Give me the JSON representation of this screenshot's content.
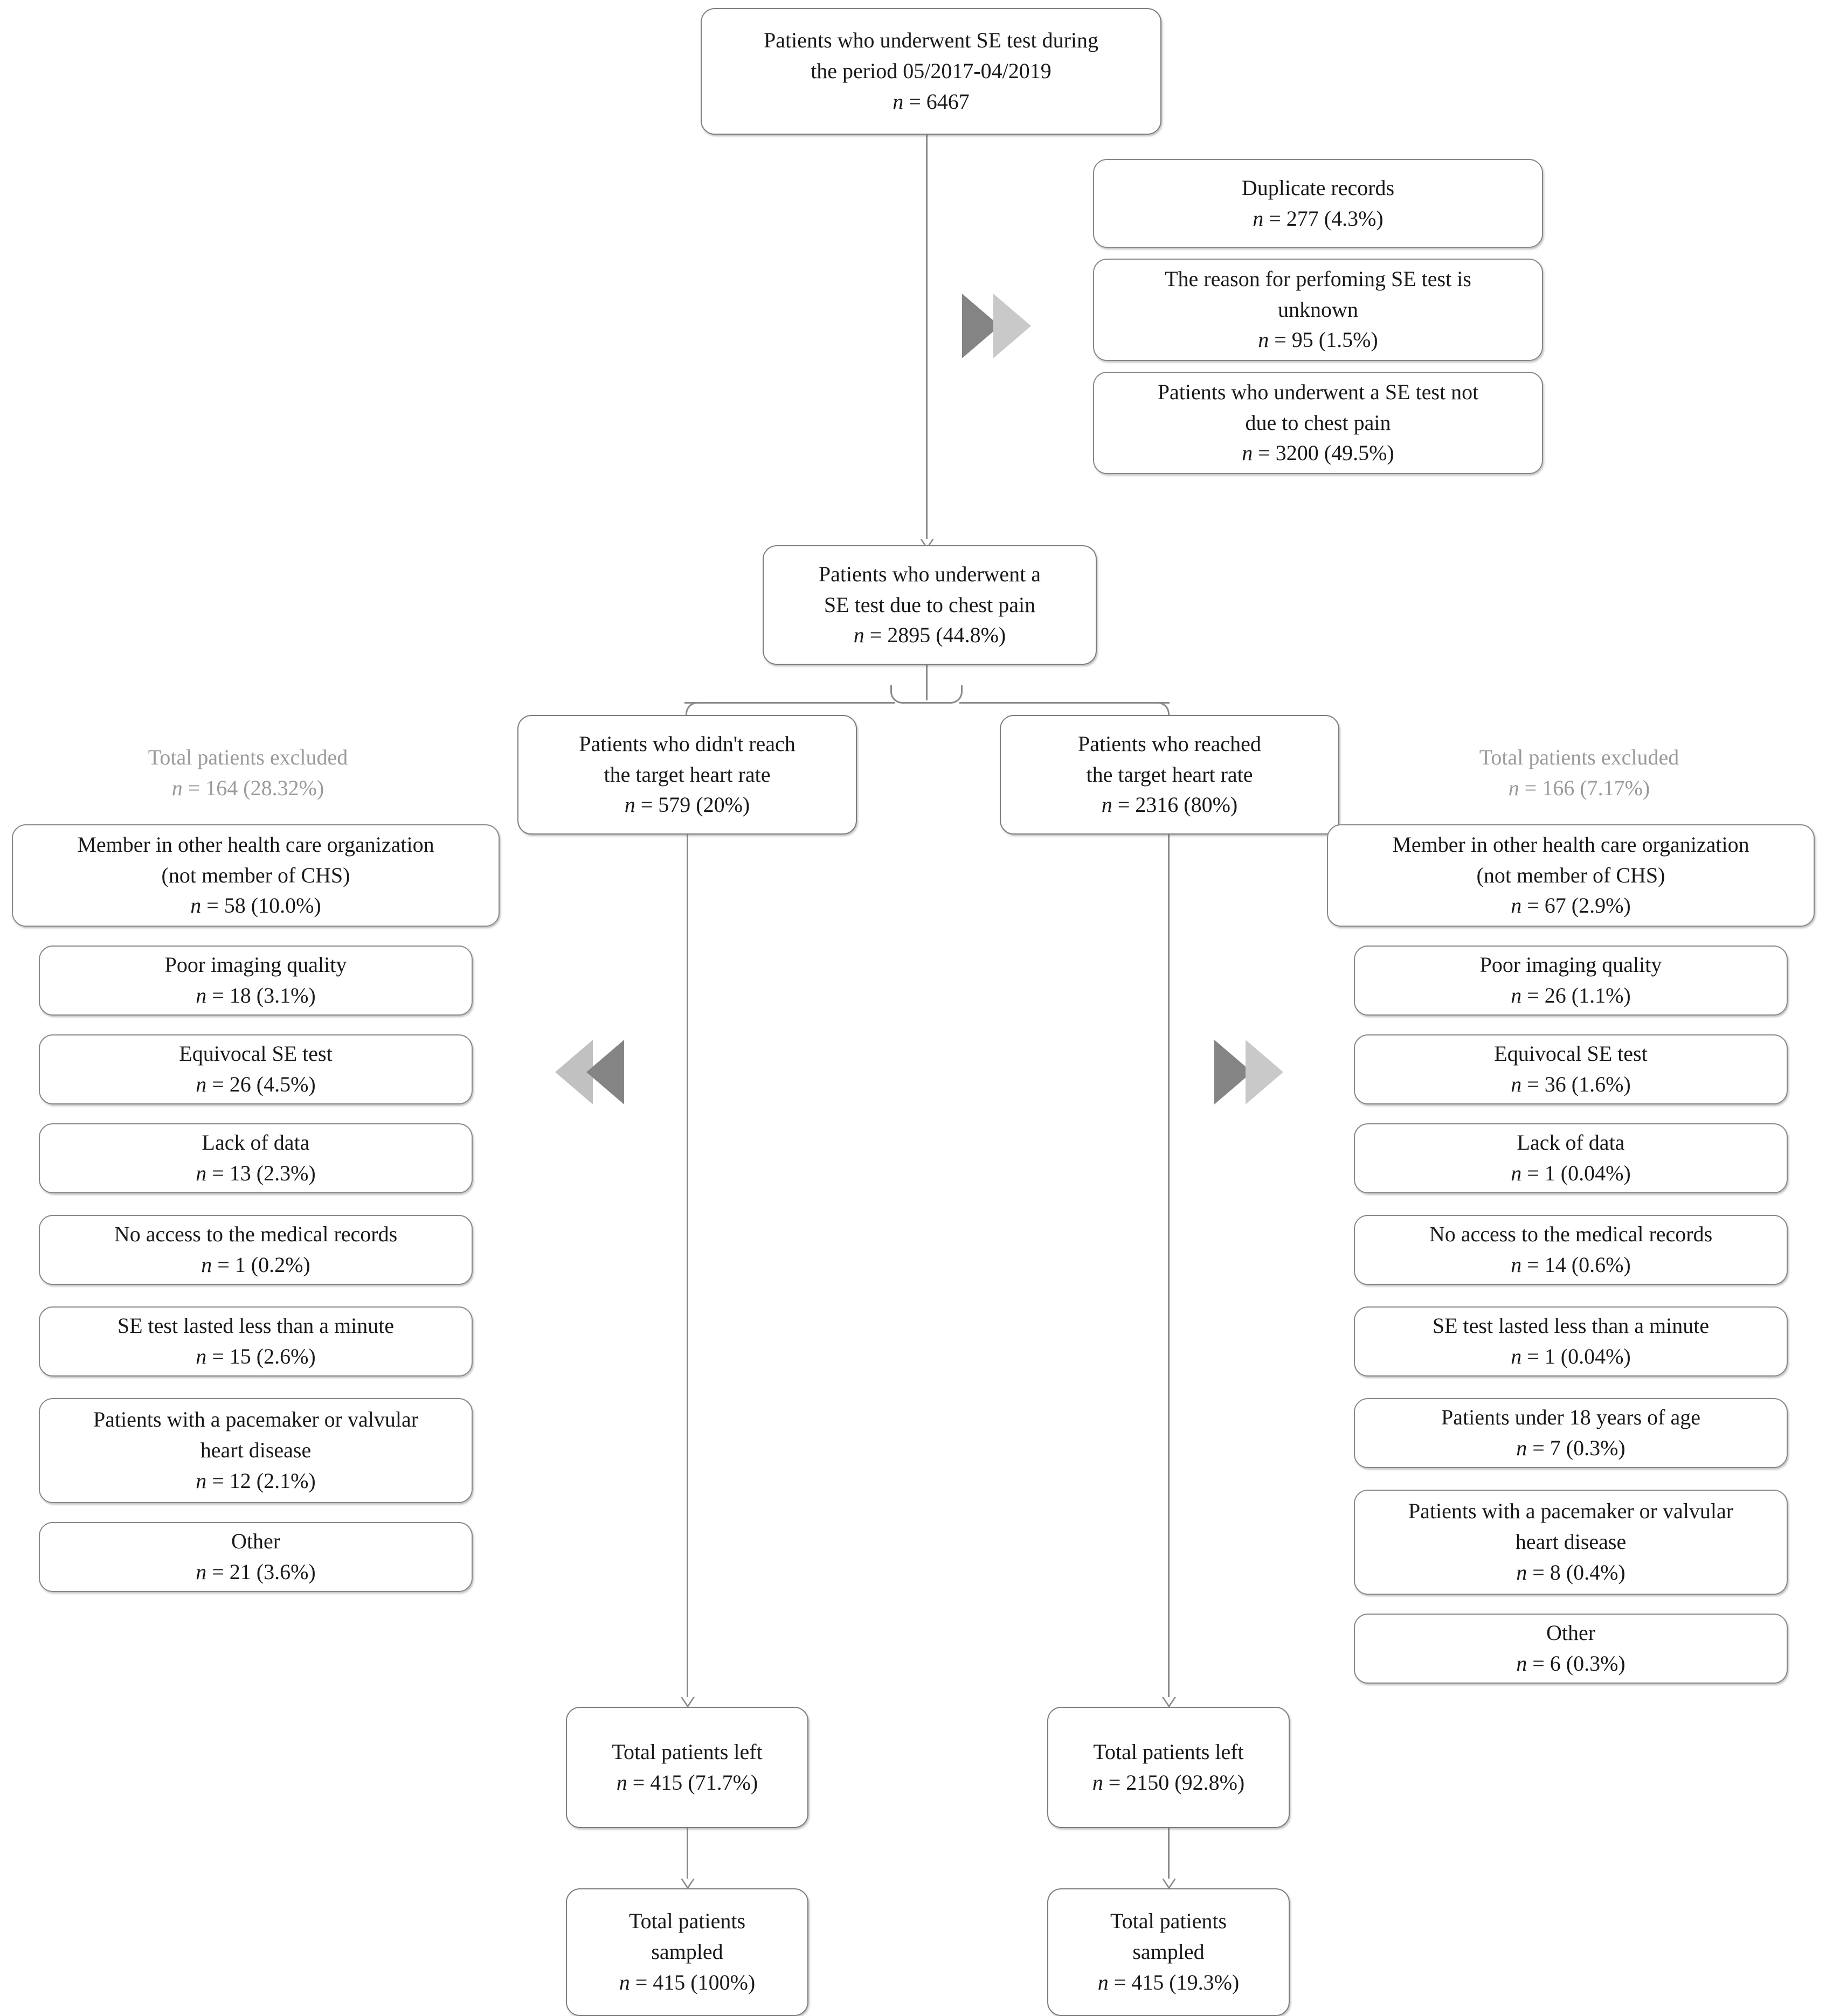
{
  "figure": {
    "type": "flowchart",
    "title": "Patient selection flow diagram for stress echocardiography (SE) study"
  },
  "nodes": {
    "root": {
      "line1": "Patients who underwent SE test during",
      "line2": "the period 05/2017-04/2019",
      "n": "n = 6467"
    },
    "top_exclusions": [
      {
        "line1": "Duplicate records",
        "n": "n = 277 (4.3%)"
      },
      {
        "line1": "The reason for perfoming SE test is",
        "line2": "unknown",
        "n": "n = 95 (1.5%)"
      },
      {
        "line1": "Patients who underwent a SE test not",
        "line2": "due to chest pain",
        "n": "n = 3200 (49.5%)"
      }
    ],
    "chest_pain": {
      "line1": "Patients who underwent a",
      "line2": "SE test due to chest pain",
      "n": "n = 2895 (44.8%)"
    },
    "not_reached": {
      "line1": "Patients who didn't reach",
      "line2": "the target heart rate",
      "n": "n = 579 (20%)"
    },
    "reached": {
      "line1": "Patients who reached",
      "line2": "the target heart rate",
      "n": "n = 2316 (80%)"
    },
    "left_total_left": {
      "line1": "Total patients left",
      "n": "n = 415 (71.7%)"
    },
    "left_sampled": {
      "line1": "Total patients",
      "line2": "sampled",
      "n": "n = 415 (100%)"
    },
    "right_total_left": {
      "line1": "Total patients left",
      "n": "n = 2150 (92.8%)"
    },
    "right_sampled": {
      "line1": "Total patients",
      "line2": "sampled",
      "n": "n = 415 (19.3%)"
    }
  },
  "left_column": {
    "header": {
      "label": "Total patients excluded",
      "n": "n = 164 (28.32%)"
    },
    "items": [
      {
        "line1": "Member in other health care organization",
        "line2": "(not member of CHS)",
        "n": "n = 58 (10.0%)"
      },
      {
        "line1": "Poor imaging quality",
        "n": "n = 18 (3.1%)"
      },
      {
        "line1": "Equivocal SE test",
        "n": "n = 26 (4.5%)"
      },
      {
        "line1": "Lack of data",
        "n": "n = 13 (2.3%)"
      },
      {
        "line1": "No access to the medical records",
        "n": "n = 1 (0.2%)"
      },
      {
        "line1": "SE test lasted less than a minute",
        "n": "n = 15 (2.6%)"
      },
      {
        "line1": "Patients with a pacemaker or valvular",
        "line2": "heart disease",
        "n": "n = 12 (2.1%)"
      },
      {
        "line1": "Other",
        "n": "n = 21 (3.6%)"
      }
    ]
  },
  "right_column": {
    "header": {
      "label": "Total patients excluded",
      "n": "n = 166 (7.17%)"
    },
    "items": [
      {
        "line1": "Member in other health care organization",
        "line2": "(not member of CHS)",
        "n": "n = 67 (2.9%)"
      },
      {
        "line1": "Poor imaging quality",
        "n": "n = 26 (1.1%)"
      },
      {
        "line1": "Equivocal SE test",
        "n": "n = 36 (1.6%)"
      },
      {
        "line1": "Lack of data",
        "n": "n = 1 (0.04%)"
      },
      {
        "line1": "No access to the medical records",
        "n": "n = 14 (0.6%)"
      },
      {
        "line1": "SE test lasted less than a minute",
        "n": "n = 1 (0.04%)"
      },
      {
        "line1": "Patients under 18 years of age",
        "n": "n = 7 (0.3%)"
      },
      {
        "line1": "Patients with a pacemaker or valvular",
        "line2": "heart disease",
        "n": "n = 8 (0.4%)"
      },
      {
        "line1": "Other",
        "n": "n = 6 (0.3%)"
      }
    ]
  },
  "colors": {
    "box_border": "#888888",
    "connector": "#8a8a8a",
    "header_gray": "#9a9a9a",
    "chevron_dark": "#848484",
    "chevron_light": "#c9c9c9",
    "text": "#1a1a1a",
    "background": "#ffffff"
  }
}
